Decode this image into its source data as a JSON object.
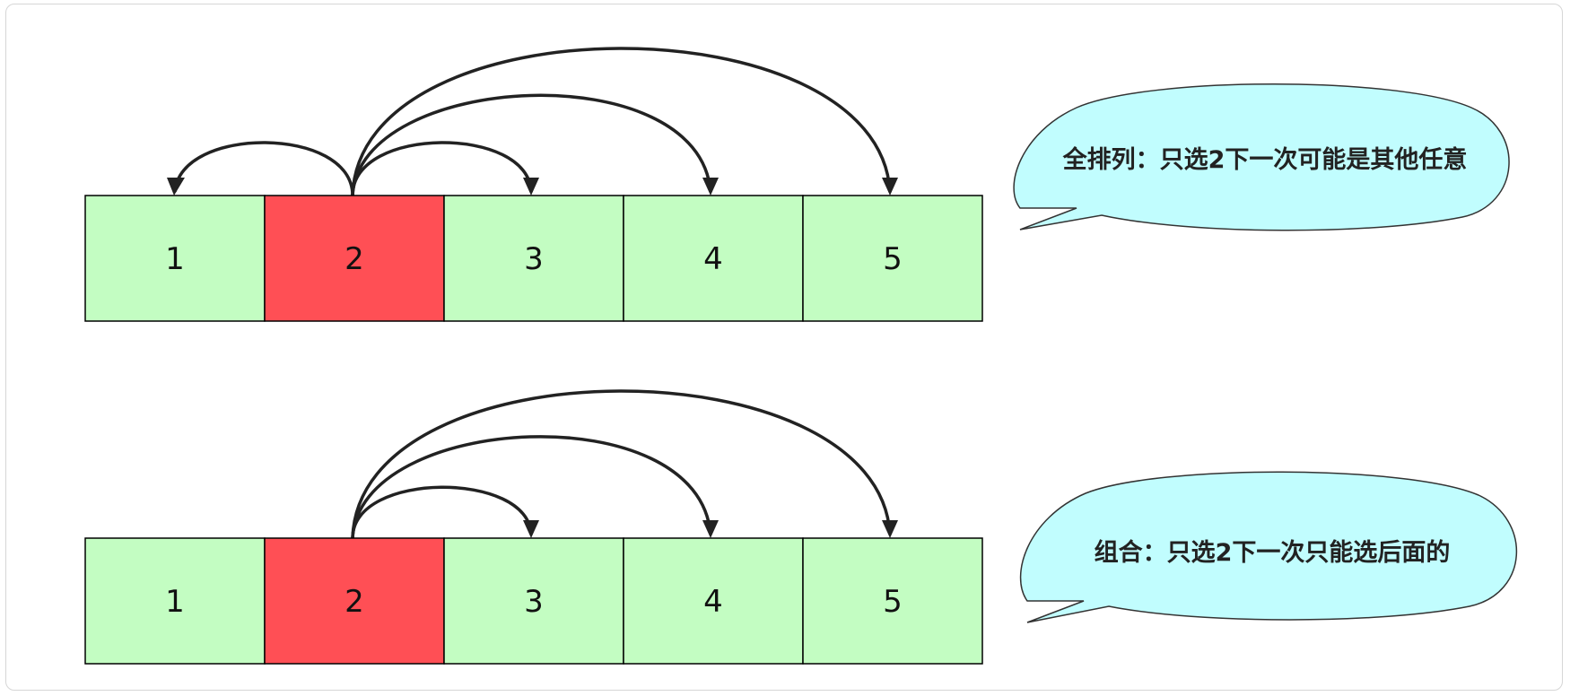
{
  "colors": {
    "cell_default": "#c3fdc2",
    "cell_selected": "#ff4f55",
    "bubble_fill": "#c1fdfe",
    "arrow": "#222222",
    "border": "#000000"
  },
  "permutation": {
    "cells": [
      "1",
      "2",
      "3",
      "4",
      "5"
    ],
    "selected": "2",
    "arrow_targets": [
      "1",
      "3",
      "4",
      "5"
    ],
    "caption": "全排列：只选2下一次可能是其他任意"
  },
  "combination": {
    "cells": [
      "1",
      "2",
      "3",
      "4",
      "5"
    ],
    "selected": "2",
    "arrow_targets": [
      "3",
      "4",
      "5"
    ],
    "caption": "组合：只选2下一次只能选后面的"
  }
}
